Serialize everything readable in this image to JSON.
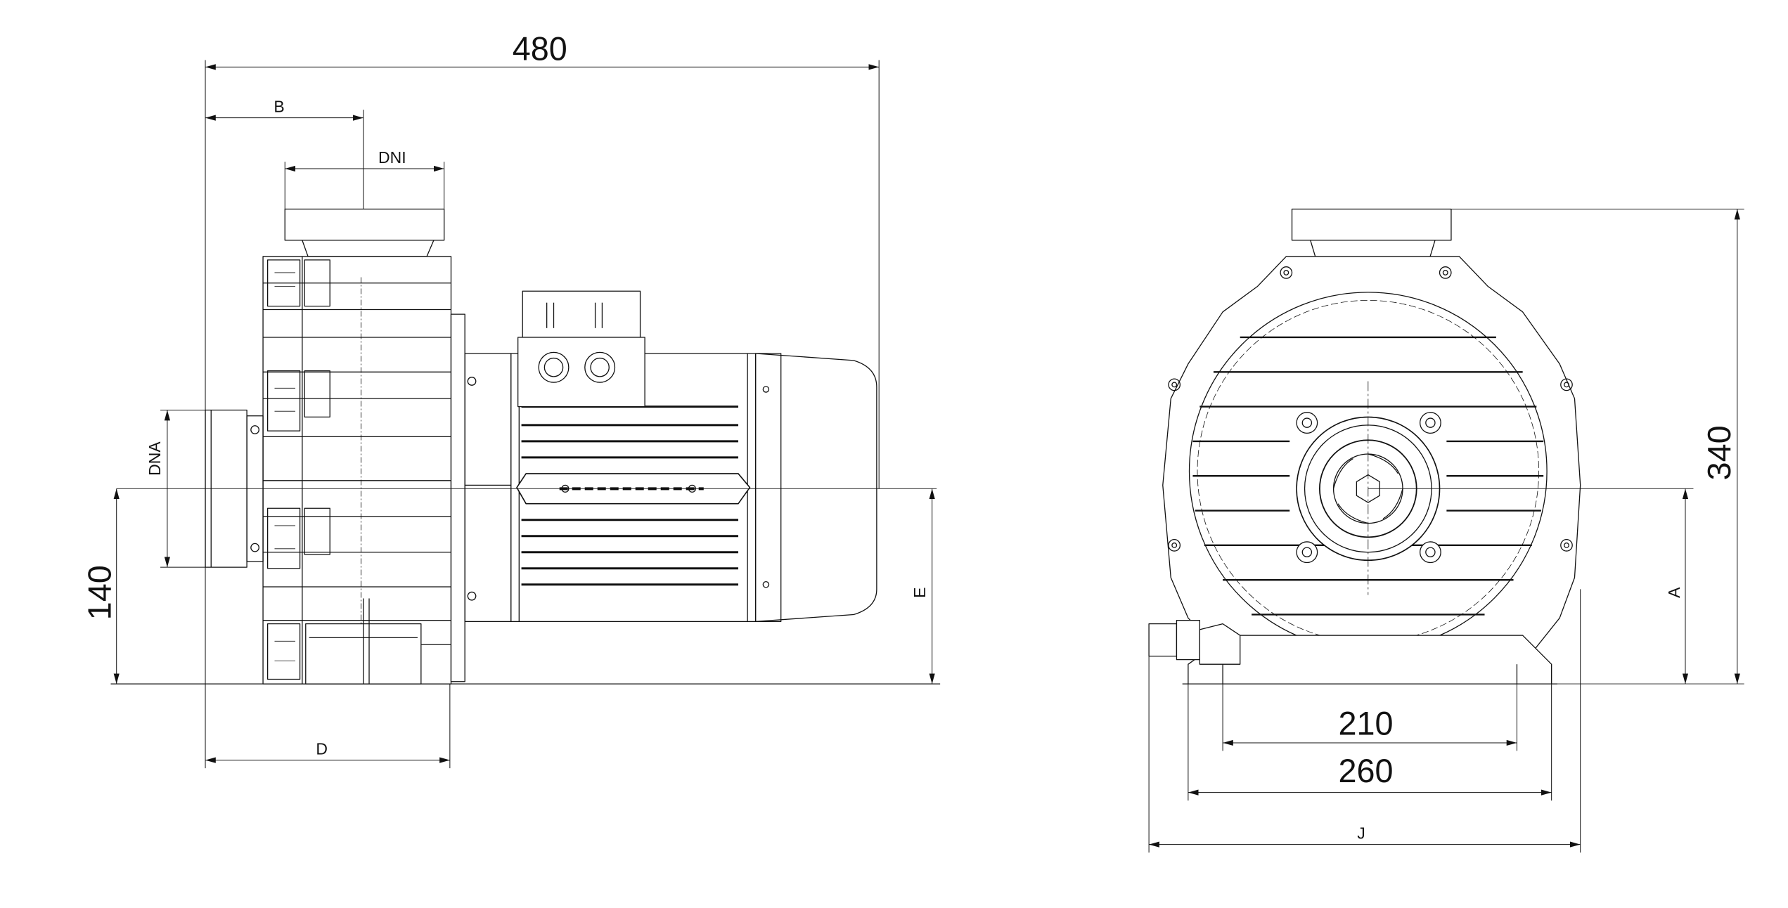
{
  "dimensions": {
    "overall_length": "480",
    "b": "B",
    "dni": "DNI",
    "dna": "DNA",
    "height_140": "140",
    "e": "E",
    "d": "D",
    "height_340": "340",
    "a": "A",
    "width_210": "210",
    "width_260": "260",
    "j": "J"
  },
  "colors": {
    "line": "#111111",
    "background": "#ffffff"
  }
}
